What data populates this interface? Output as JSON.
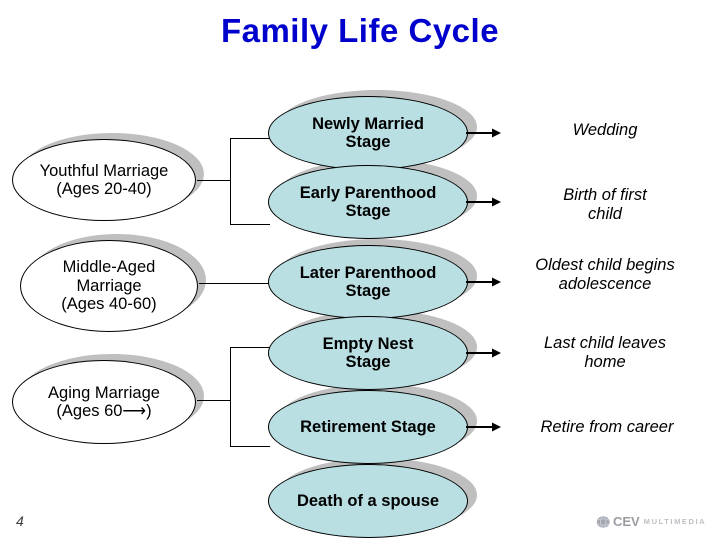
{
  "slide": {
    "title": "Family Life Cycle",
    "title_color": "#0000cc",
    "background_color": "#ffffff",
    "page_number": "4"
  },
  "marriage_stages": [
    {
      "label": "Youthful Marriage\n(Ages 20-40)",
      "line1": "Youthful Marriage",
      "line2": "(Ages 20-40)"
    },
    {
      "label": "Middle-Aged Marriage (Ages 40-60)",
      "line1": "Middle-Aged",
      "line2": "Marriage",
      "line3": "(Ages 40-60)"
    },
    {
      "label": "Aging Marriage (Ages 60⟶)",
      "line1": "Aging Marriage",
      "line2": "(Ages 60⟶)"
    }
  ],
  "life_stages": [
    {
      "line1": "Newly Married",
      "line2": "Stage"
    },
    {
      "line1": "Early Parenthood",
      "line2": "Stage"
    },
    {
      "line1": "Later Parenthood",
      "line2": "Stage"
    },
    {
      "line1": "Empty Nest",
      "line2": "Stage"
    },
    {
      "line1": "Retirement Stage",
      "line2": ""
    },
    {
      "line1": "Death of a spouse",
      "line2": ""
    }
  ],
  "events": [
    {
      "line1": "Wedding",
      "line2": ""
    },
    {
      "line1": "Birth of first",
      "line2": "child"
    },
    {
      "line1": "Oldest child begins",
      "line2": "adolescence"
    },
    {
      "line1": "Last child leaves",
      "line2": "home"
    },
    {
      "line1": "Retire from career",
      "line2": ""
    }
  ],
  "colors": {
    "stage_fill": "#b9dfe3",
    "oval_outline": "#000000",
    "shadow": "#bfbfbf",
    "left_fill": "#ffffff"
  },
  "footer": {
    "brand": "CEV",
    "brand_sub": "MULTIMEDIA"
  }
}
